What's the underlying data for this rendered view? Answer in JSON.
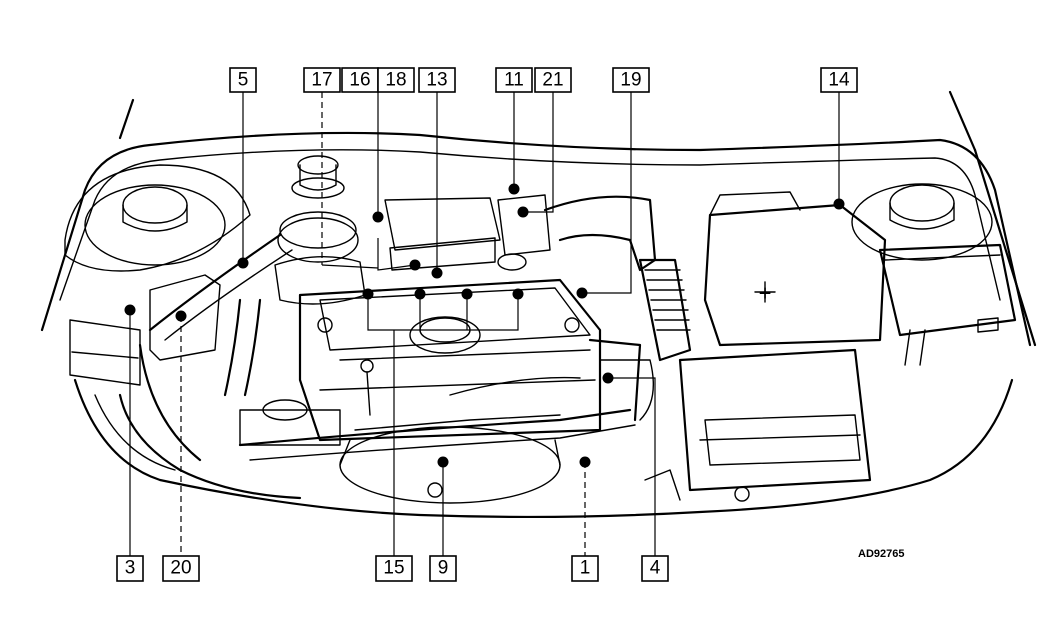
{
  "labels": [
    {
      "id": "label-5",
      "text": "5"
    },
    {
      "id": "label-17",
      "text": "17"
    },
    {
      "id": "label-16",
      "text": "16"
    },
    {
      "id": "label-18",
      "text": "18"
    },
    {
      "id": "label-13",
      "text": "13"
    },
    {
      "id": "label-11",
      "text": "11"
    },
    {
      "id": "label-21",
      "text": "21"
    },
    {
      "id": "label-19",
      "text": "19"
    },
    {
      "id": "label-14",
      "text": "14"
    },
    {
      "id": "label-3",
      "text": "3"
    },
    {
      "id": "label-20",
      "text": "20"
    },
    {
      "id": "label-15",
      "text": "15"
    },
    {
      "id": "label-9",
      "text": "9"
    },
    {
      "id": "label-1",
      "text": "1"
    },
    {
      "id": "label-4",
      "text": "4"
    }
  ],
  "battery_sign": "+",
  "figure_code": "AD92765"
}
